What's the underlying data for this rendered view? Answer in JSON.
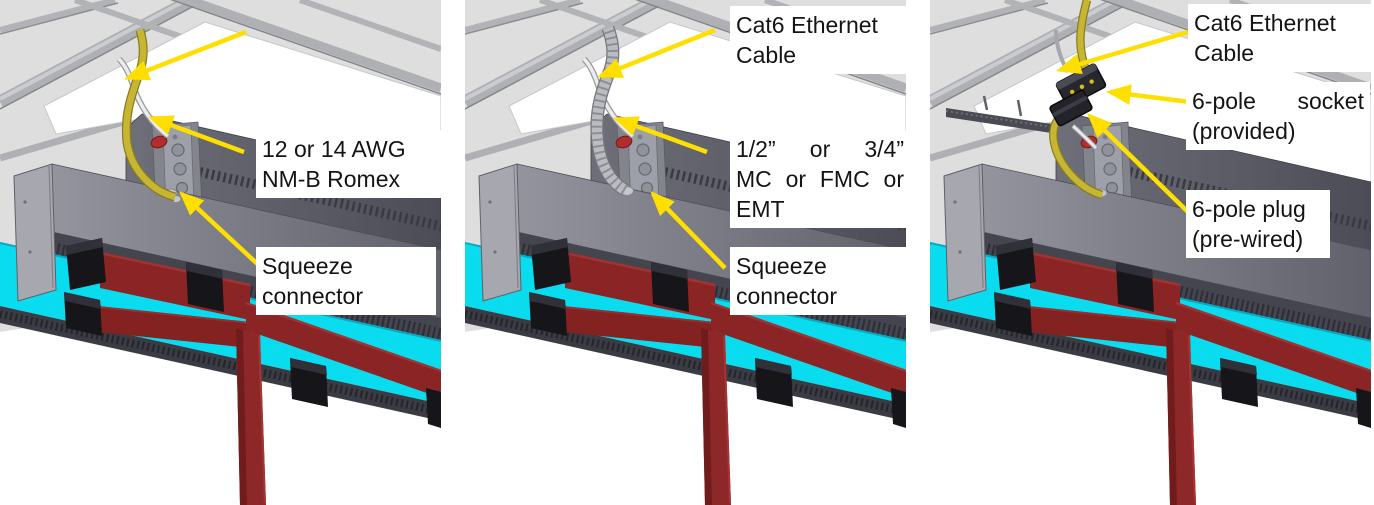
{
  "figure": {
    "description": "Three isometric installation views of a recessed linear ceiling fixture over a red beam frame, each showing a different supply-wiring option with yellow callout arrows",
    "panels": [
      {
        "id": "romex-option",
        "labels": [
          {
            "name": "romex-label",
            "lines": [
              "12 or 14 AWG",
              "NM-B Romex"
            ]
          },
          {
            "name": "squeeze-connector-label",
            "lines": [
              "Squeeze",
              "connector"
            ]
          }
        ]
      },
      {
        "id": "conduit-option",
        "labels": [
          {
            "name": "cat6-label",
            "lines": [
              "Cat6 Ethernet",
              "Cable"
            ]
          },
          {
            "name": "conduit-label",
            "lines": [
              "1/2” or 3/4”",
              "MC or FMC or",
              "EMT"
            ]
          },
          {
            "name": "squeeze-connector-label",
            "lines": [
              "Squeeze",
              "connector"
            ]
          }
        ]
      },
      {
        "id": "plug-socket-option",
        "labels": [
          {
            "name": "cat6-label",
            "lines": [
              "Cat6 Ethernet",
              "Cable"
            ]
          },
          {
            "name": "socket-label",
            "lines": [
              "6-pole socket",
              "(provided)"
            ]
          },
          {
            "name": "plug-label",
            "lines": [
              "6-pole plug",
              "(pre-wired)"
            ]
          }
        ]
      }
    ],
    "colors": {
      "arrow": "#FFDF00",
      "light_panel_cyan": "#0ADCF0",
      "beam_red": "#8B2525",
      "fixture_gray": "#8A8B93",
      "ceiling_gray": "#DEDEDE",
      "romex_yellow": "#C6B634",
      "conduit_silver": "#BBBCC2",
      "label_text": "#141414",
      "label_bg": "#FFFFFF"
    }
  }
}
